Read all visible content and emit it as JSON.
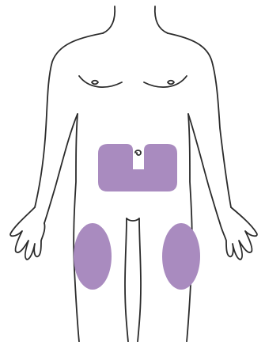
{
  "figure": {
    "subject": "front-body-outline",
    "highlighted_regions": [
      "abdomen",
      "left-thigh",
      "right-thigh"
    ]
  },
  "colors": {
    "background": "#ffffff",
    "outline": "#2b2b2b",
    "highlight": "#a98bbf"
  }
}
